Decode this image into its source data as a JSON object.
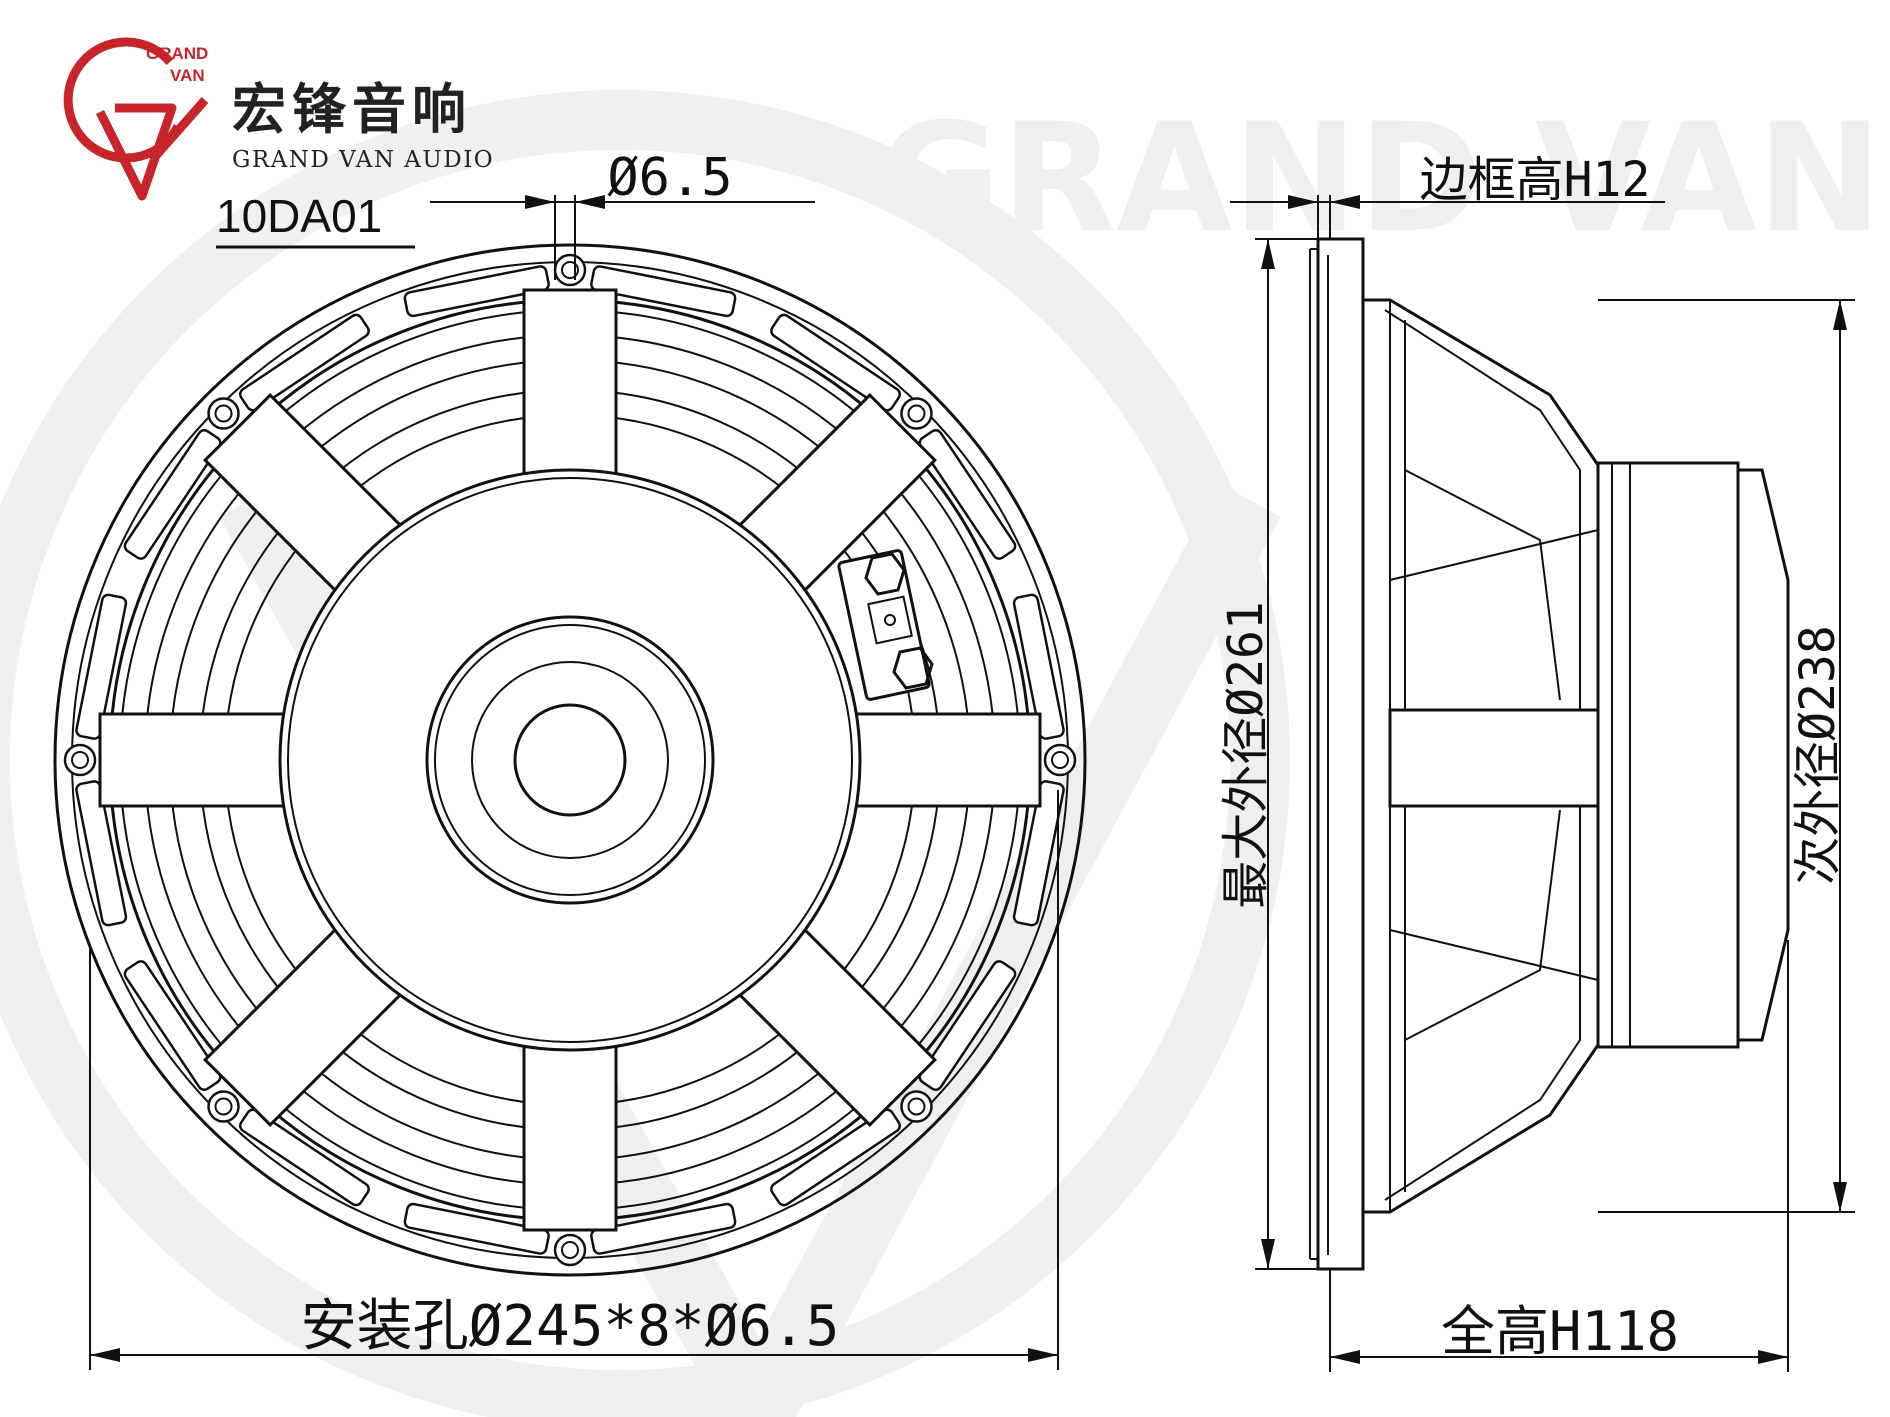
{
  "brand": {
    "logo_letters": "GRAND VAN",
    "logo_text_top": "GRAND",
    "logo_text_bottom": "VAN",
    "name_cn": "宏锋音响",
    "name_en": "GRAND VAN AUDIO",
    "accent_color": "#c8252b"
  },
  "model": "10DA01",
  "watermark": "GRAND VAN",
  "dimensions": {
    "hole_diameter": "Ø6.5",
    "frame_height": "边框高H12",
    "max_outer_diameter": "最大外径Ø261",
    "secondary_outer_diameter": "次外径Ø238",
    "mounting_holes": "安装孔Ø245*8*Ø6.5",
    "total_height": "全高H118"
  }
}
